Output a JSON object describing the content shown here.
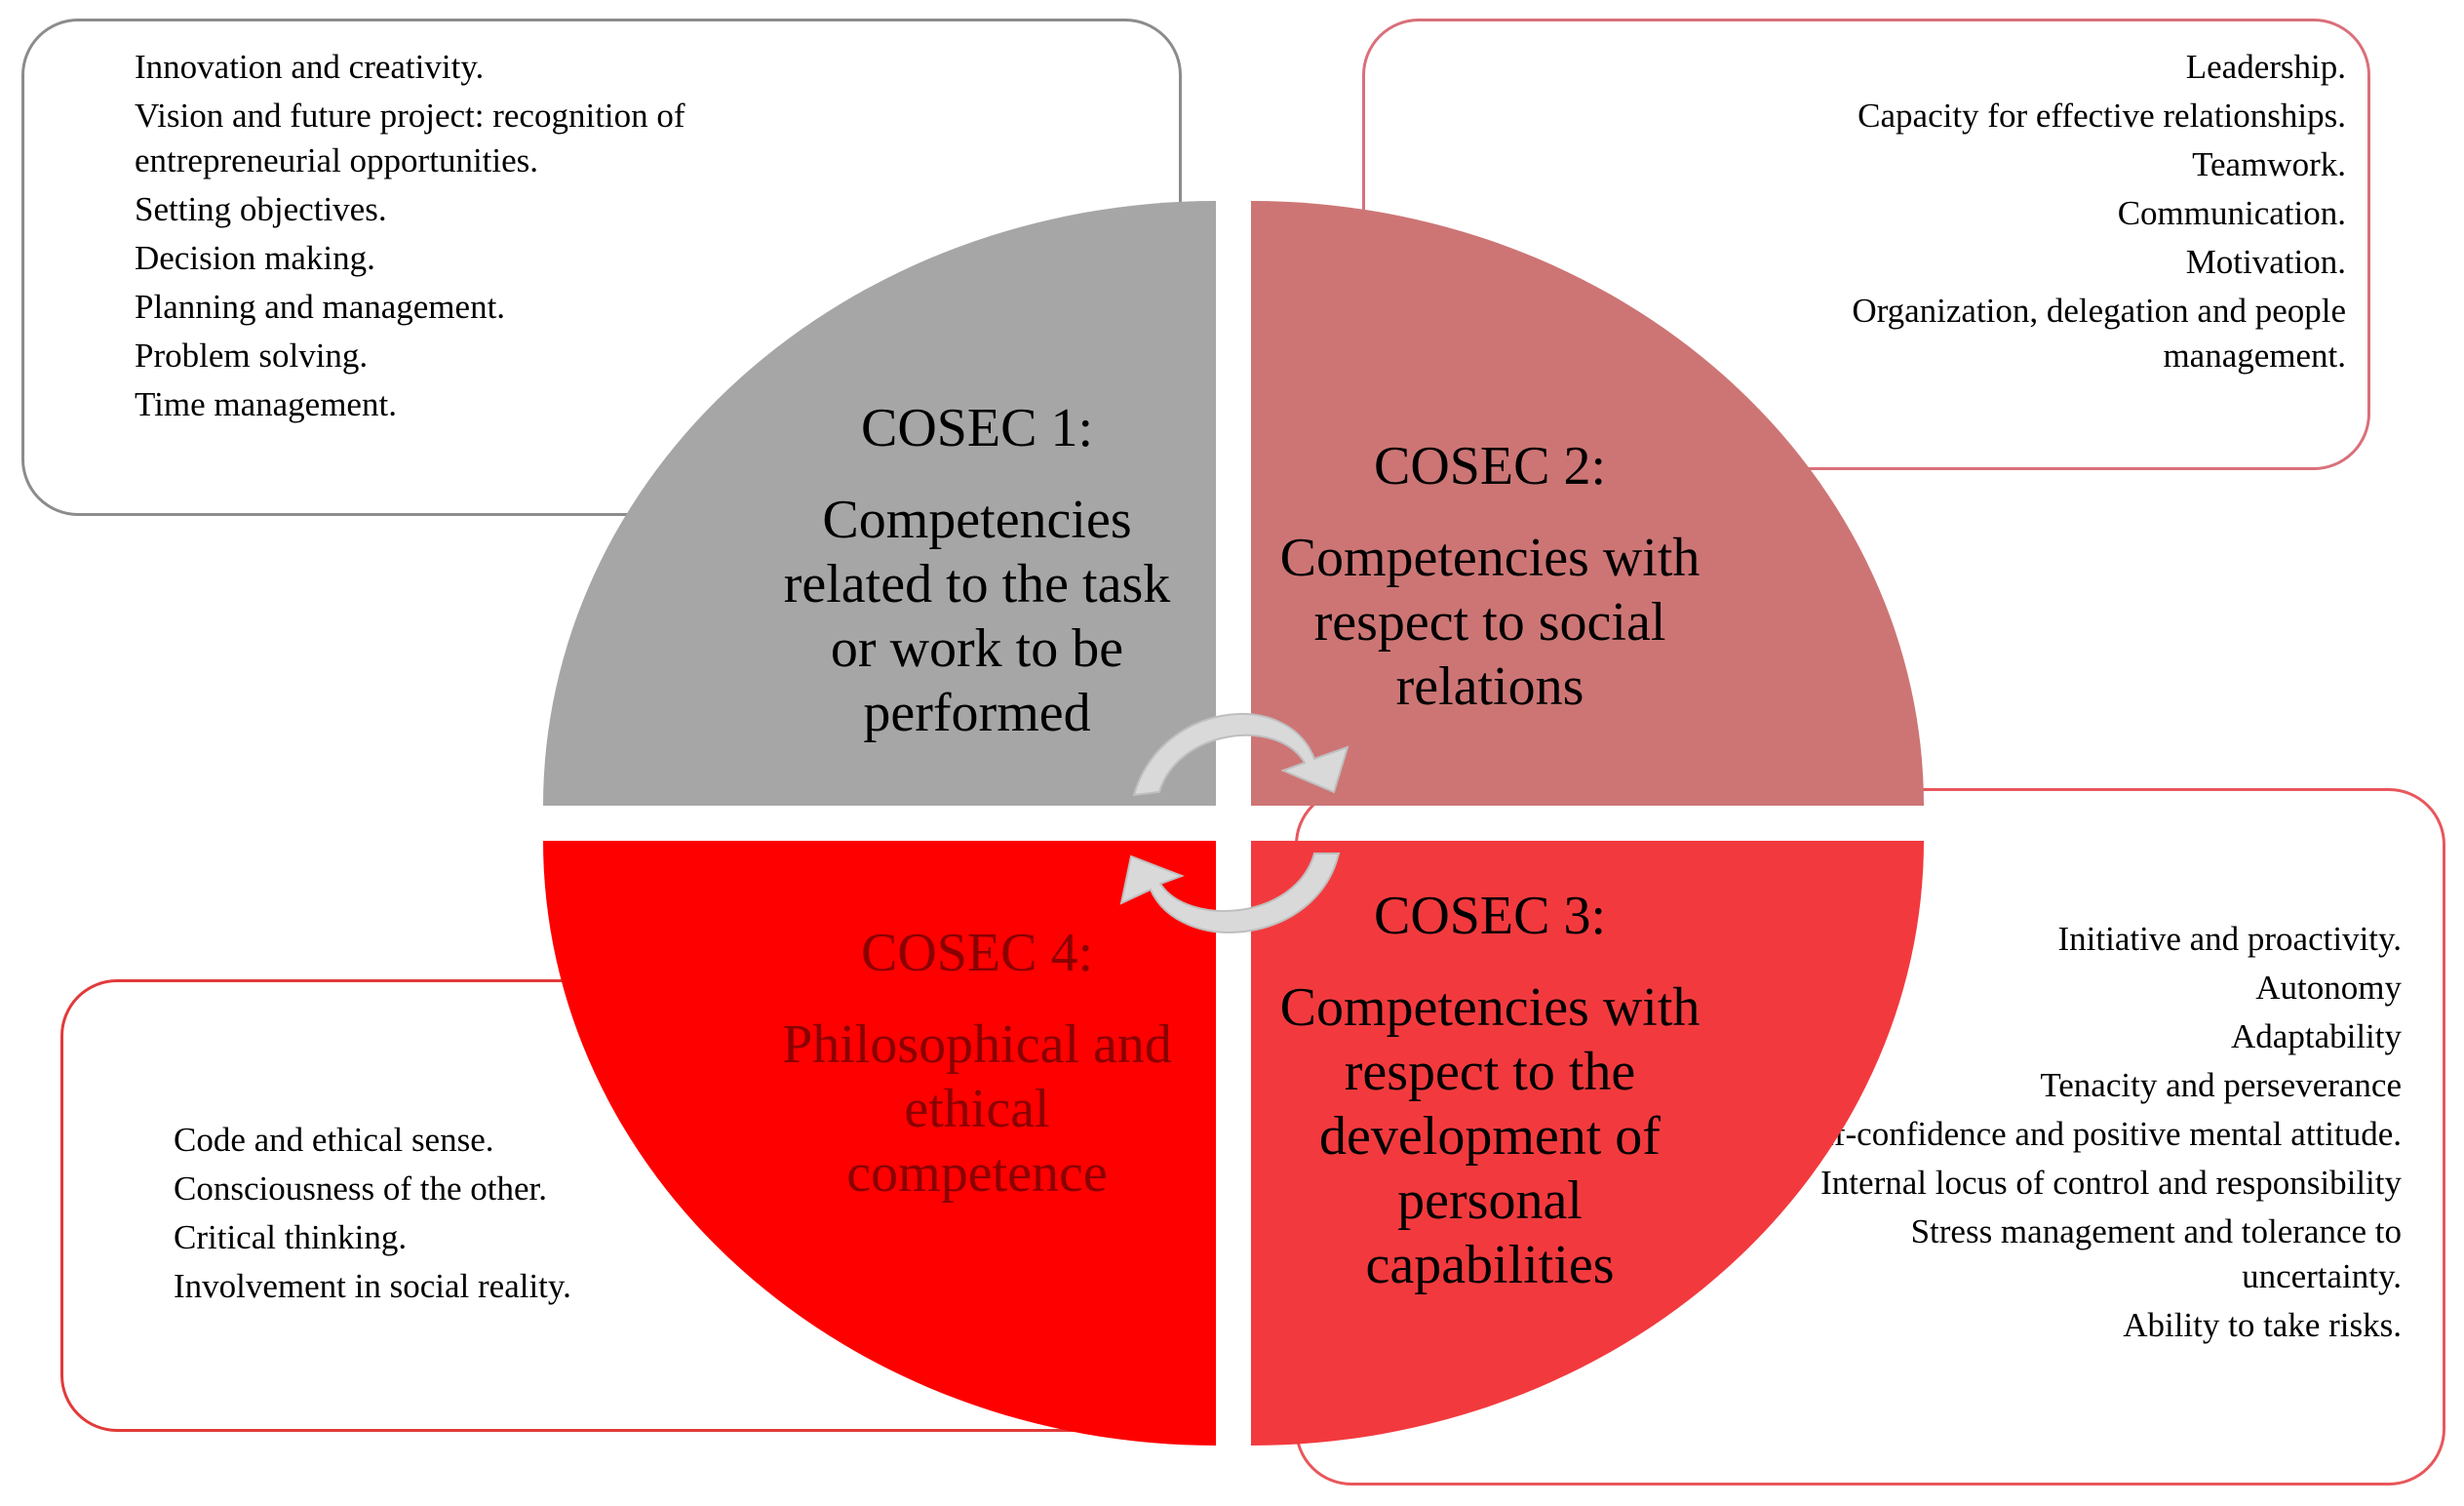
{
  "cosec1": {
    "number": "COSEC 1:",
    "title": "Competencies related to the task or work to be performed",
    "items": [
      "Innovation and creativity.",
      "Vision and future project: recognition of entrepreneurial opportunities.",
      "Setting objectives.",
      "Decision making.",
      "Planning and management.",
      "Problem solving.",
      "Time management."
    ]
  },
  "cosec2": {
    "number": "COSEC 2:",
    "title": "Competencies with respect to social relations",
    "items": [
      "Leadership.",
      "Capacity for effective relationships.",
      "Teamwork.",
      "Communication.",
      "Motivation.",
      "Organization, delegation and people management."
    ]
  },
  "cosec3": {
    "number": "COSEC 3:",
    "title": "Competencies with respect to the development of personal capabilities",
    "items": [
      "Initiative and proactivity.",
      "Autonomy",
      "Adaptability",
      "Tenacity and perseverance",
      "Self-confidence and positive mental attitude.",
      "Internal locus of control and responsibility",
      "Stress management and tolerance to uncertainty.",
      "Ability to take risks."
    ]
  },
  "cosec4": {
    "number": "COSEC 4:",
    "title": "Philosophical and ethical competence",
    "items": [
      "Code and ethical sense.",
      "Consciousness of the other.",
      "Critical thinking.",
      "Involvement in social reality."
    ]
  },
  "colors": {
    "cosec1": "#a6a6a6",
    "cosec2": "#cd7575",
    "cosec3": "#f23a3e",
    "cosec4": "#fe0000",
    "cycle_arrows": "#d9d9d9"
  }
}
